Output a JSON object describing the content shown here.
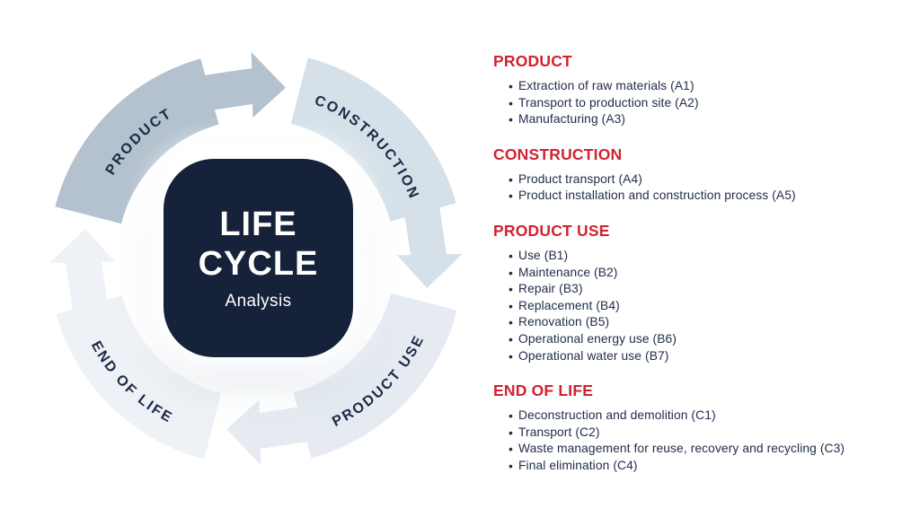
{
  "colors": {
    "background": "#ffffff",
    "heading_red": "#d1222f",
    "body_navy": "#212d4b",
    "card_navy": "#15223a",
    "arc_label_navy": "#1b2a47",
    "segment_product": "#b3c2ce",
    "segment_construction": "#d5e0e8",
    "segment_product_use": "#e5ebf1",
    "segment_end_of_life": "#eef2f6"
  },
  "center_card": {
    "title_line1": "LIFE",
    "title_line2": "CYCLE",
    "subtitle": "Analysis"
  },
  "cycle_segments": [
    {
      "id": "product",
      "label": "PRODUCT",
      "cardinal": 360,
      "side": "top",
      "color": "#b3c2ce"
    },
    {
      "id": "construction",
      "label": "CONSTRUCTION",
      "cardinal": 90,
      "side": "top",
      "color": "#d5e0e8"
    },
    {
      "id": "product-use",
      "label": "PRODUCT USE",
      "cardinal": 180,
      "side": "bottom",
      "color": "#e5ebf1"
    },
    {
      "id": "end-of-life",
      "label": "END OF LIFE",
      "cardinal": 270,
      "side": "bottom",
      "color": "#eef2f6"
    }
  ],
  "sections": [
    {
      "heading": "PRODUCT",
      "items": [
        "Extraction of raw materials (A1)",
        "Transport to production site (A2)",
        "Manufacturing (A3)"
      ]
    },
    {
      "heading": "CONSTRUCTION",
      "items": [
        "Product transport (A4)",
        "Product installation and construction process (A5)"
      ]
    },
    {
      "heading": "PRODUCT USE",
      "items": [
        "Use (B1)",
        "Maintenance (B2)",
        "Repair (B3)",
        "Replacement (B4)",
        "Renovation (B5)",
        "Operational energy use (B6)",
        "Operational water use (B7)"
      ]
    },
    {
      "heading": "END OF LIFE",
      "items": [
        "Deconstruction and demolition (C1)",
        "Transport (C2)",
        "Waste management for reuse, recovery and recycling (C3)",
        "Final elimination (C4)"
      ]
    }
  ]
}
